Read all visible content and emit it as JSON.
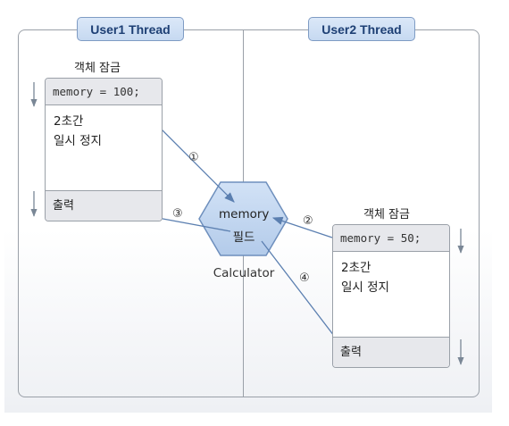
{
  "threads": [
    {
      "title": "User1 Thread"
    },
    {
      "title": "User2 Thread"
    }
  ],
  "user1": {
    "lock_label": "객체 잠금",
    "code": "memory = 100;",
    "pause_line1": "2초간",
    "pause_line2": "일시 정지",
    "output": "출력"
  },
  "user2": {
    "lock_label": "객체 잠금",
    "code": "memory = 50;",
    "pause_line1": "2초간",
    "pause_line2": "일시 정지",
    "output": "출력"
  },
  "shared": {
    "field_line1": "memory",
    "field_line2": "필드",
    "object_label": "Calculator"
  },
  "steps": [
    "①",
    "②",
    "③",
    "④"
  ],
  "colors": {
    "arrow": "#5b7fb0",
    "hexagon_fill": "#bcd3ef",
    "hexagon_stroke": "#6e8fbd",
    "tab_text": "#1d3f74"
  }
}
